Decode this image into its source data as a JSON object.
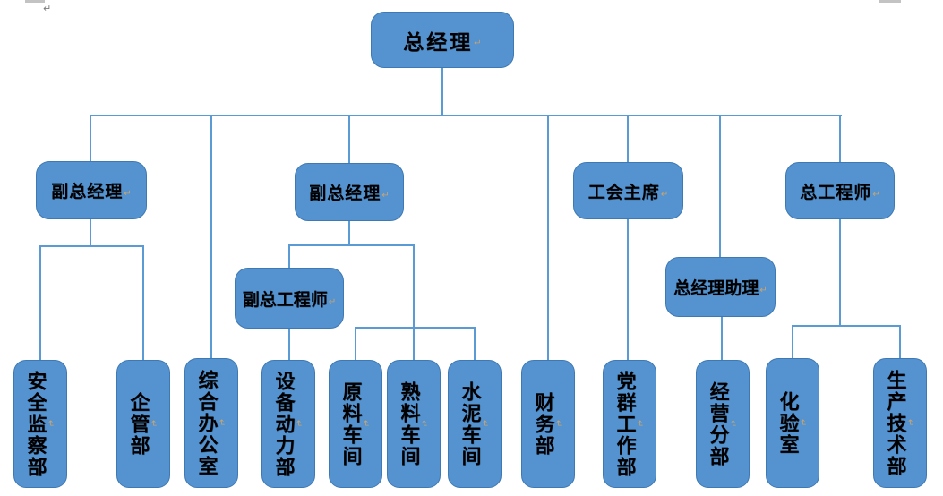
{
  "colors": {
    "node_fill": "#5493D0",
    "node_border": "#3E79B4",
    "connector": "#5B9BD5",
    "text": "#000000"
  },
  "marks": {
    "return_mark": "↵"
  },
  "nodes": {
    "gm": {
      "label": "总经理"
    },
    "dgm1": {
      "label": "副总经理"
    },
    "dgm2": {
      "label": "副总经理"
    },
    "union_chair": {
      "label": "工会主席"
    },
    "chief_eng": {
      "label": "总工程师"
    },
    "deputy_chief_eng": {
      "label": "副总工程师"
    },
    "gm_assistant": {
      "label": "总经理助理"
    },
    "safety_dept": {
      "label": "安全监察部"
    },
    "ent_mgmt": {
      "label": "企管部"
    },
    "general_office": {
      "label": "综合办公室"
    },
    "equipment_power": {
      "label": "设备动力部"
    },
    "raw_material": {
      "label": "原料车间"
    },
    "clinker": {
      "label": "熟料车间"
    },
    "cement": {
      "label": "水泥车间"
    },
    "finance": {
      "label": "财务部"
    },
    "party_work": {
      "label": "党群工作部"
    },
    "operations": {
      "label": "经营分部"
    },
    "lab": {
      "label": "化验室"
    },
    "production_tech": {
      "label": "生产技术部"
    }
  },
  "edges": [
    [
      "gm",
      "dgm1"
    ],
    [
      "gm",
      "general_office"
    ],
    [
      "gm",
      "dgm2"
    ],
    [
      "gm",
      "finance"
    ],
    [
      "gm",
      "union_chair"
    ],
    [
      "gm",
      "gm_assistant"
    ],
    [
      "gm",
      "chief_eng"
    ],
    [
      "dgm1",
      "safety_dept"
    ],
    [
      "dgm1",
      "ent_mgmt"
    ],
    [
      "dgm2",
      "deputy_chief_eng"
    ],
    [
      "dgm2",
      "raw_material"
    ],
    [
      "dgm2",
      "clinker"
    ],
    [
      "dgm2",
      "cement"
    ],
    [
      "deputy_chief_eng",
      "equipment_power"
    ],
    [
      "union_chair",
      "party_work"
    ],
    [
      "gm_assistant",
      "operations"
    ],
    [
      "chief_eng",
      "lab"
    ],
    [
      "chief_eng",
      "production_tech"
    ]
  ]
}
